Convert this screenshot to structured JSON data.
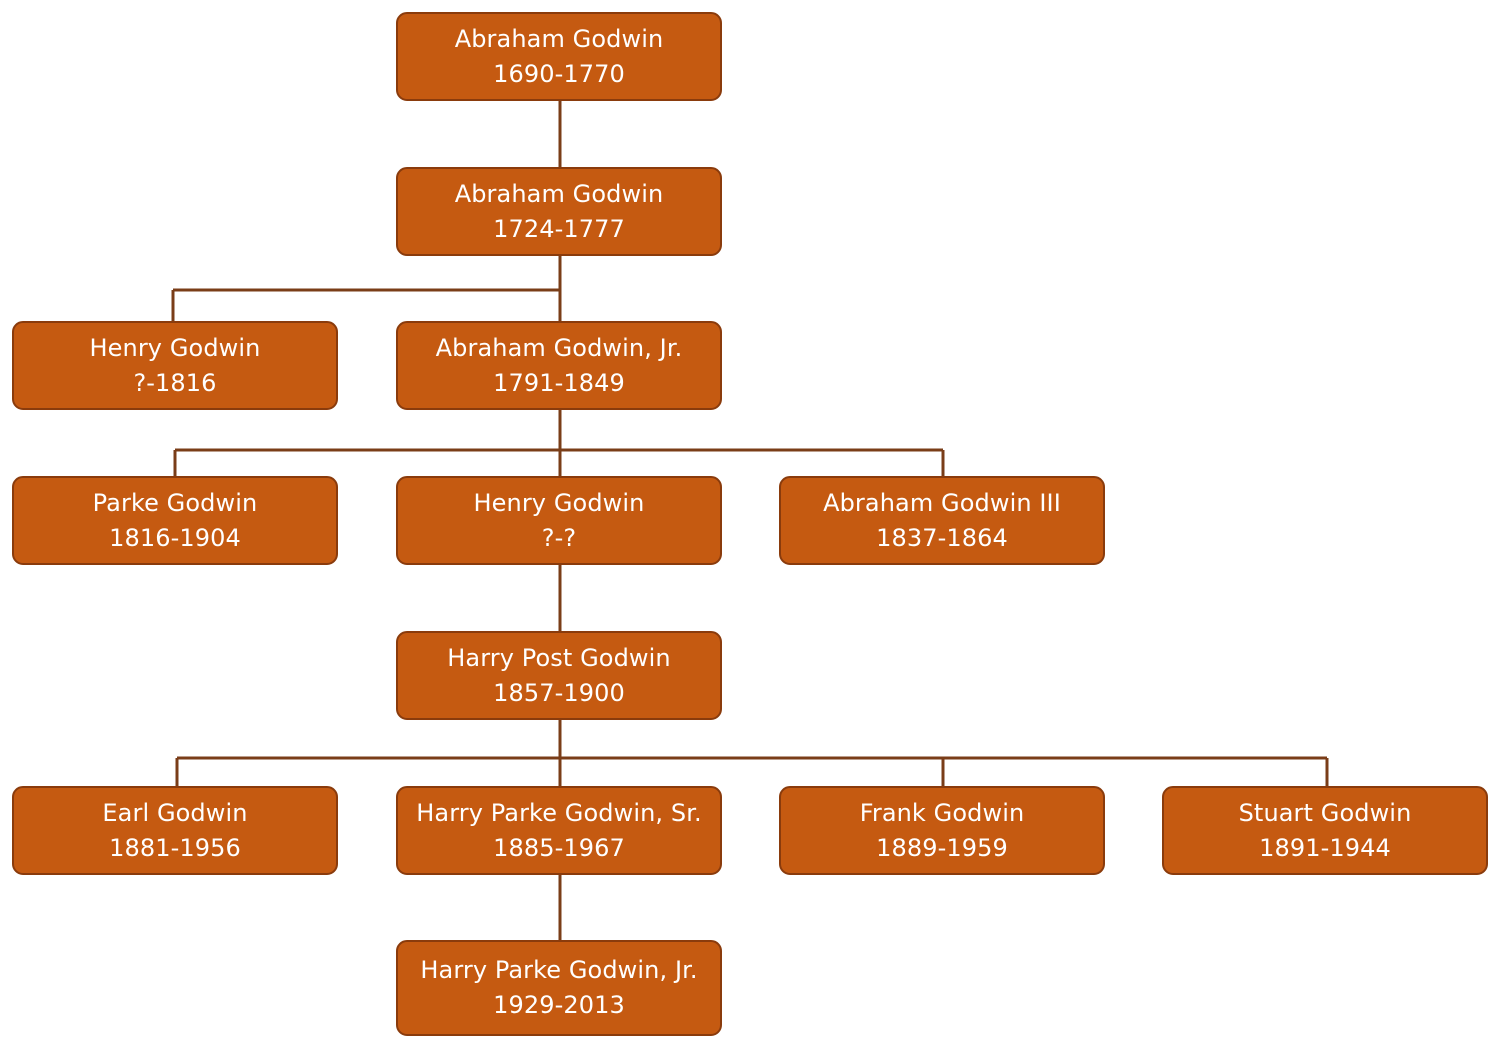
{
  "family_tree": {
    "people": [
      {
        "id": "n1",
        "name": "Abraham Godwin",
        "dates": "1690-1770"
      },
      {
        "id": "n2",
        "name": "Abraham Godwin",
        "dates": "1724-1777"
      },
      {
        "id": "n3",
        "name": "Henry Godwin",
        "dates": "?-1816"
      },
      {
        "id": "n4",
        "name": "Abraham Godwin, Jr.",
        "dates": "1791-1849"
      },
      {
        "id": "n5",
        "name": "Parke Godwin",
        "dates": "1816-1904"
      },
      {
        "id": "n6",
        "name": "Henry Godwin",
        "dates": "?-?"
      },
      {
        "id": "n7",
        "name": "Abraham Godwin III",
        "dates": "1837-1864"
      },
      {
        "id": "n8",
        "name": "Harry Post Godwin",
        "dates": "1857-1900"
      },
      {
        "id": "n9",
        "name": "Earl Godwin",
        "dates": "1881-1956"
      },
      {
        "id": "n10",
        "name": "Harry Parke Godwin, Sr.",
        "dates": "1885-1967"
      },
      {
        "id": "n11",
        "name": "Frank Godwin",
        "dates": "1889-1959"
      },
      {
        "id": "n12",
        "name": "Stuart Godwin",
        "dates": "1891-1944"
      },
      {
        "id": "n13",
        "name": "Harry Parke Godwin, Jr.",
        "dates": "1929-2013"
      }
    ],
    "relations": [
      {
        "parent": "n1",
        "children": [
          "n2"
        ]
      },
      {
        "parent": "n2",
        "children": [
          "n3",
          "n4"
        ]
      },
      {
        "parent": "n4",
        "children": [
          "n5",
          "n6",
          "n7"
        ]
      },
      {
        "parent": "n6",
        "children": [
          "n8"
        ]
      },
      {
        "parent": "n8",
        "children": [
          "n9",
          "n10",
          "n11",
          "n12"
        ]
      },
      {
        "parent": "n10",
        "children": [
          "n13"
        ]
      }
    ]
  },
  "colors": {
    "node_fill": "#c55a11",
    "node_border": "#8a3b0c",
    "node_text": "#ffffff",
    "connector": "#7a3d18",
    "background": "#ffffff"
  }
}
